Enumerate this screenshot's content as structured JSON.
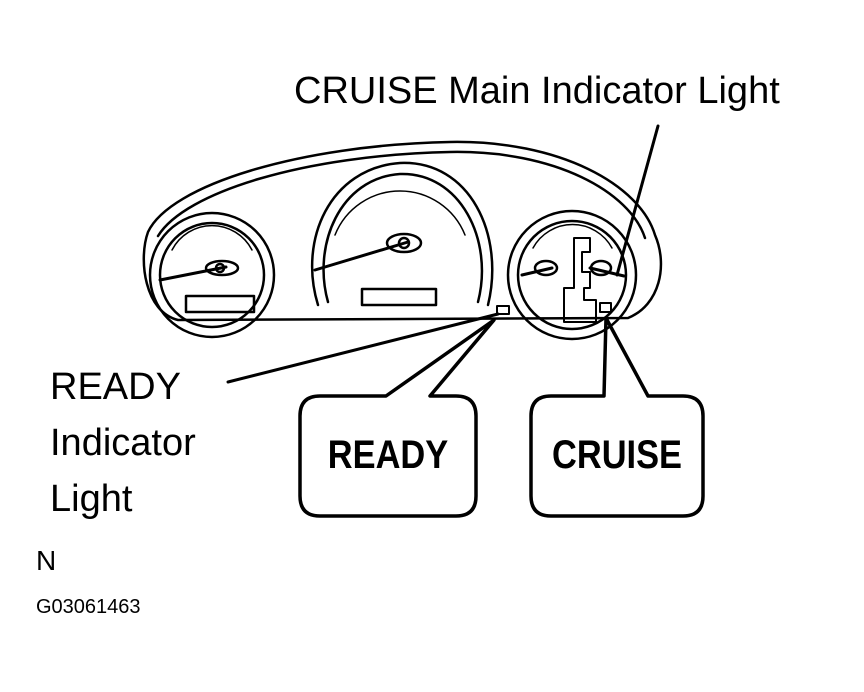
{
  "labels": {
    "cruise_main": "CRUISE Main Indicator Light",
    "ready_line1": "READY",
    "ready_line2": "Indicator",
    "ready_line3": "Light"
  },
  "callouts": {
    "ready": "READY",
    "cruise": "CRUISE"
  },
  "figure_codes": {
    "letter": "N",
    "id": "G03061463"
  },
  "colors": {
    "line": "#000000",
    "background": "#ffffff"
  }
}
